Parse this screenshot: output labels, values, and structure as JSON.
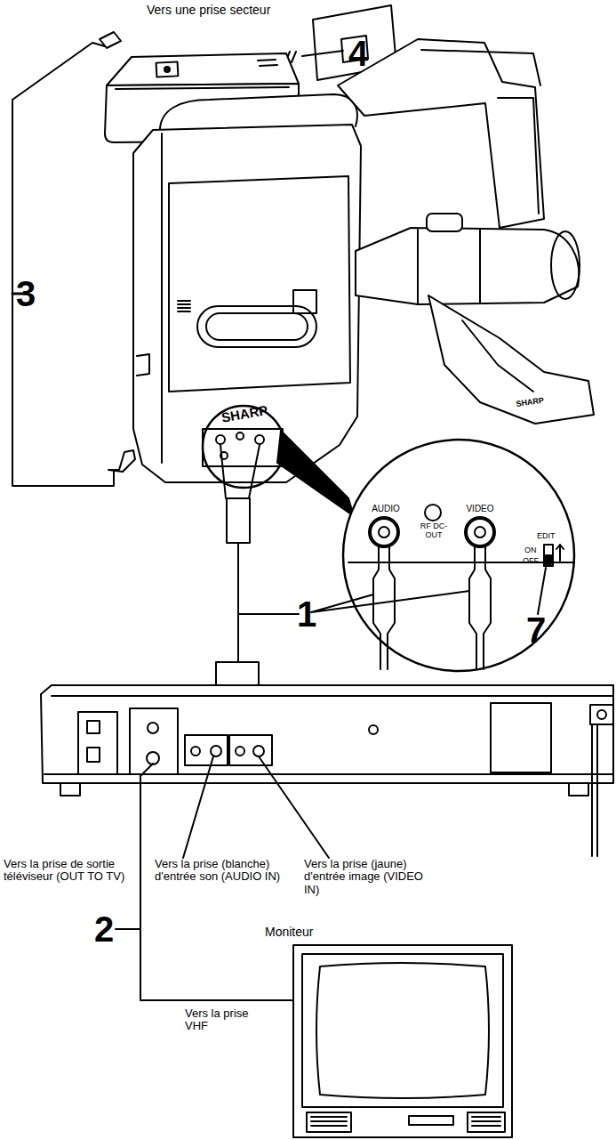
{
  "diagram": {
    "labels": [
      "Vers une prise secteur",
      "4",
      "3",
      "SHARP",
      "SHARP",
      "AUDIO",
      "RF DC-OUT",
      "VIDEO",
      "EDIT",
      "ON",
      "OFF",
      "1",
      "7",
      "Vers la prise de sortie téléviseur (OUT TO TV)",
      "Vers la prise (blanche) d'entrée son (AUDIO IN)",
      "Vers la prise (jaune) d'entrée image (VIDEO IN)",
      "2",
      "Moniteur",
      "Vers la prise VHF"
    ]
  }
}
